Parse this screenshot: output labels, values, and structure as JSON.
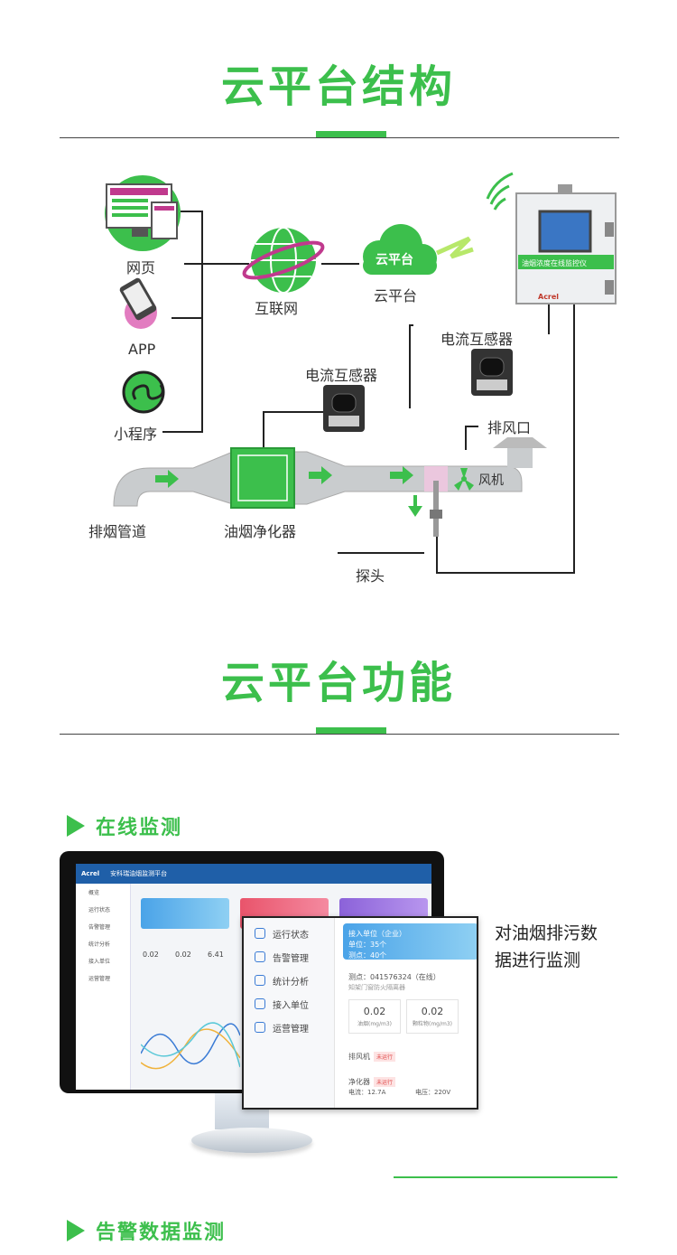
{
  "section1": {
    "title": "云平台结构"
  },
  "section2": {
    "title": "云平台功能"
  },
  "diagram": {
    "web": "网页",
    "app": "APP",
    "miniprogram": "小程序",
    "internet": "互联网",
    "cloud_badge": "云平台",
    "cloud": "云平台",
    "device_screen": "油烟浓度在线监控仪",
    "device_brand": "Acrel",
    "ct1": "电流互感器",
    "ct2": "电流互感器",
    "exhaust_outlet": "排风口",
    "fan": "风机",
    "duct": "排烟管道",
    "purifier": "油烟净化器",
    "probe": "探头"
  },
  "online": {
    "heading": "在线监测",
    "note_line1": "对油烟排污数",
    "note_line2": "据进行监测",
    "screen": {
      "brand": "Acrel",
      "app_title": "安科瑞油烟监测平台",
      "side": [
        "概览",
        "运行状态",
        "告警管理",
        "统计分析",
        "接入单位",
        "运营管理"
      ],
      "stats": [
        "0.02",
        "0.02",
        "6.41"
      ]
    },
    "popup": {
      "menu": [
        "运行状态",
        "告警管理",
        "统计分析",
        "接入单位",
        "运营管理"
      ],
      "card_line1": "接入单位（企业）",
      "card_line2": "单位：35个",
      "card_line3": "测点：40个",
      "point": "测点：041576324（在线）",
      "point_sub": "知架门窗防火隔离器",
      "stat1_value": "0.02",
      "stat1_label": "油烟(mg/m3)",
      "stat2_value": "0.02",
      "stat2_label": "颗粒物(mg/m3)",
      "fan": "排风机",
      "fan_badge": "未运行",
      "purifier": "净化器",
      "purifier_badge": "未运行",
      "current": "电流：12.7A",
      "voltage": "电压：220V"
    }
  },
  "alarm": {
    "heading": "告警数据监测"
  },
  "colors": {
    "accent": "#3cbf4c",
    "line": "#222222"
  }
}
